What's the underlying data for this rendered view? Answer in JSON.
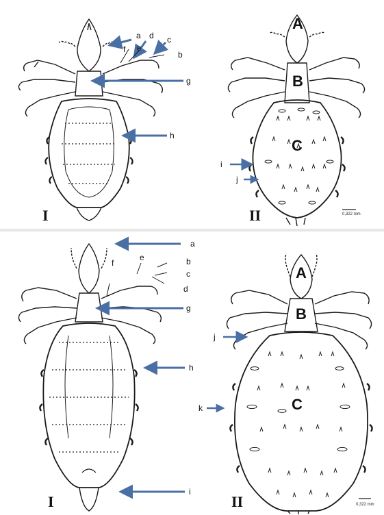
{
  "figure": {
    "top": {
      "panel_I": {
        "numeral": "I",
        "labels": [
          "a",
          "b",
          "c",
          "d",
          "e",
          "f",
          "g",
          "h"
        ]
      },
      "panel_II": {
        "numeral": "II",
        "regions": [
          "A",
          "B",
          "C"
        ],
        "labels": [
          "i",
          "j"
        ],
        "scale_text": "0,322 mm"
      }
    },
    "bottom": {
      "panel_I": {
        "numeral": "I",
        "labels": [
          "a",
          "b",
          "c",
          "d",
          "e",
          "f",
          "g",
          "h",
          "i"
        ]
      },
      "panel_II": {
        "numeral": "II",
        "regions": [
          "A",
          "B",
          "C"
        ],
        "labels": [
          "j",
          "k"
        ],
        "scale_text": "0,322 mm"
      }
    }
  },
  "colors": {
    "arrow": "#4a6fa5",
    "ink": "#1a1a1a",
    "background": "#ffffff",
    "divider": "#d9d9d9"
  }
}
